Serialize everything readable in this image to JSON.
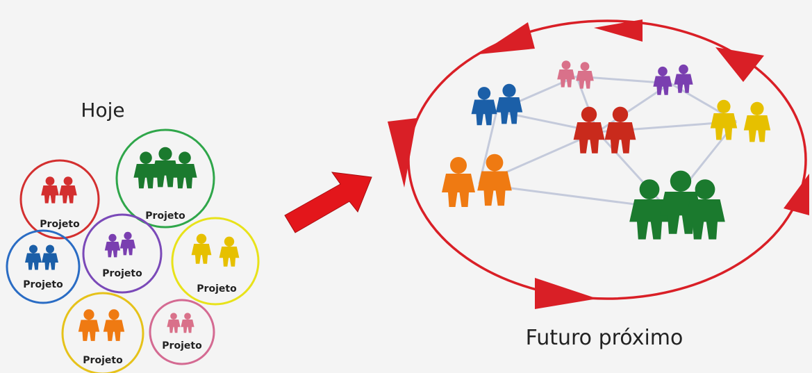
{
  "left_title": "Hoje",
  "right_title": "Futuro próximo",
  "project_label": "Projeto",
  "groups_left": [
    {
      "id": "red",
      "color": "#d32f2f",
      "ring": "#d32f2f",
      "label": "Projeto"
    },
    {
      "id": "green",
      "color": "#1b7a2e",
      "ring": "#2fa64a",
      "label": "Projeto"
    },
    {
      "id": "blue",
      "color": "#1b5fa8",
      "ring": "#2a6cc4",
      "label": "Projeto"
    },
    {
      "id": "purple",
      "color": "#7a3fb0",
      "ring": "#7a49b8",
      "label": "Projeto"
    },
    {
      "id": "yellow",
      "color": "#e6c000",
      "ring": "#e8e21a",
      "label": "Projeto"
    },
    {
      "id": "orange",
      "color": "#ef7a12",
      "ring": "#e6c21a",
      "label": "Projeto"
    },
    {
      "id": "pink",
      "color": "#d9718a",
      "ring": "#d46a92",
      "label": "Projeto"
    }
  ],
  "colors": {
    "red": "#d32f2f",
    "green": "#1b7a2e",
    "blue": "#1b5fa8",
    "purple": "#7a3fb0",
    "yellow": "#e6c000",
    "orange": "#ef7a12",
    "pink": "#d9718a",
    "arrow": "#e3161b",
    "cycle": "#d91f26",
    "link": "#c9cfe0"
  }
}
